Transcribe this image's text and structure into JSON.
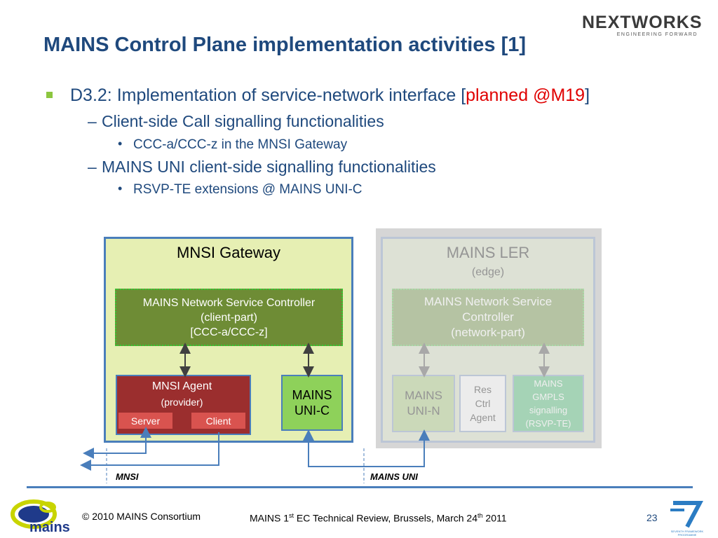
{
  "header": {
    "title": "MAINS Control Plane implementation activities [1]",
    "logo_text": "NEXTWORKS",
    "logo_tagline": "ENGINEERING FORWARD"
  },
  "bullets": {
    "d32_prefix": "D3.2: Implementation of service-network interface [",
    "d32_planned": "planned @M19",
    "d32_suffix": "]",
    "client_call": "Client-side Call signalling functionalities",
    "ccc": "CCC-a/CCC-z in the MNSI Gateway",
    "uni_client": "MAINS UNI client-side signalling functionalities",
    "rsvp": "RSVP-TE extensions @ MAINS UNI-C"
  },
  "diagram": {
    "gateway_title": "MNSI Gateway",
    "nsc_client": [
      "MAINS Network  Service Controller",
      "(client-part)",
      "[CCC-a/CCC-z]"
    ],
    "agent_label": "MNSI Agent",
    "agent_sub": "(provider)",
    "server": "Server",
    "client": "Client",
    "uni_c": [
      "MAINS",
      "UNI-C"
    ],
    "ler_title": "MAINS LER",
    "ler_sub": "(edge)",
    "nsc_network": [
      "MAINS Network  Service",
      "Controller",
      "(network-part)"
    ],
    "uni_n": [
      "MAINS",
      "UNI-N"
    ],
    "res_ctrl": [
      "Res",
      "Ctrl",
      "Agent"
    ],
    "gmpls": [
      "MAINS",
      "GMPLS",
      "signalling",
      "(RSVP-TE)"
    ],
    "mnsi_label": "MNSI",
    "mains_uni_label": "MAINS UNI"
  },
  "footer": {
    "copyright": "© 2010 MAINS Consortium",
    "review_a": "MAINS 1",
    "review_sup1": "st",
    "review_b": " EC Technical Review, Brussels, March 24",
    "review_sup2": "th",
    "review_c": " 2011",
    "page": "23",
    "mains_logo_text": "mains",
    "fp7_text": "SEVENTH FRAMEWORK PROGRAMME"
  }
}
